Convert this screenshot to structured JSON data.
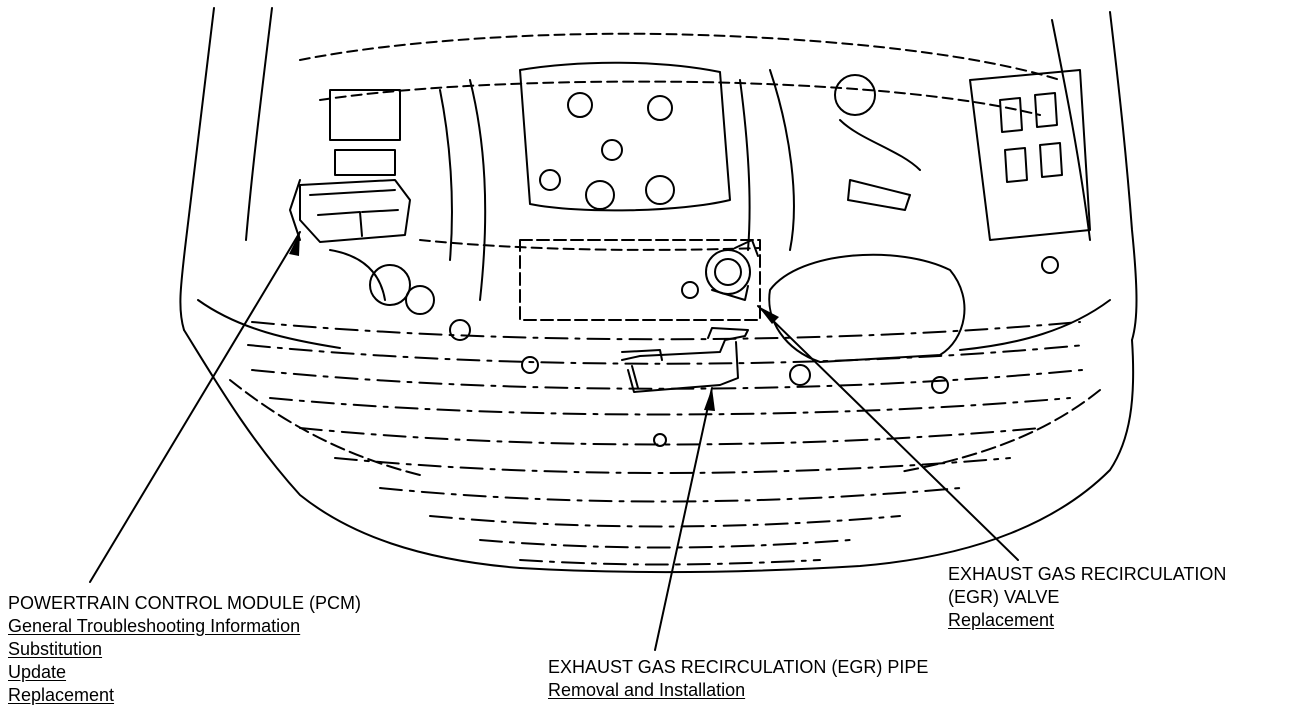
{
  "callouts": {
    "pcm": {
      "title": "POWERTRAIN CONTROL MODULE (PCM)",
      "links": [
        "General Troubleshooting Information",
        "Substitution",
        "Update",
        "Replacement"
      ]
    },
    "egr_pipe": {
      "title": "EXHAUST GAS RECIRCULATION (EGR) PIPE",
      "links": [
        "Removal and Installation"
      ]
    },
    "egr_valve": {
      "title_line1": "EXHAUST GAS RECIRCULATION",
      "title_line2": "(EGR) VALVE",
      "links": [
        "Replacement"
      ]
    }
  }
}
